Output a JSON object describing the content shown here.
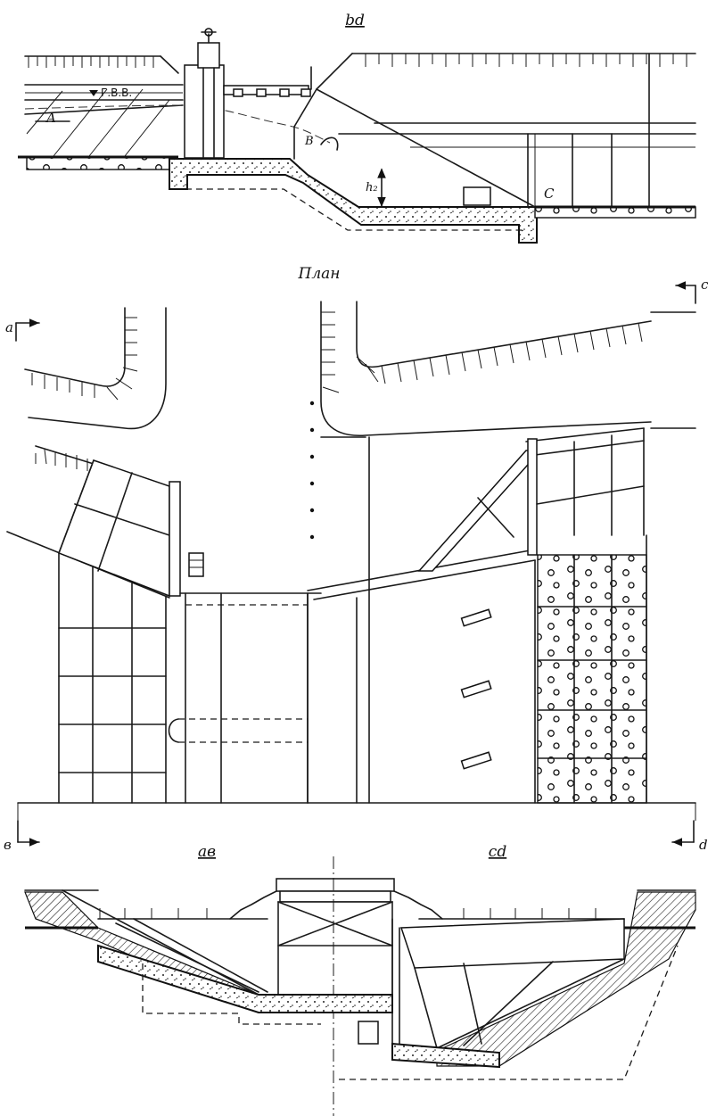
{
  "sections": {
    "top_title": "bd",
    "plan_title": "План",
    "bottom_left_title": "ав",
    "bottom_right_title": "cd"
  },
  "labels": {
    "water_level": "Г.В.В.",
    "point_a": "A",
    "point_b": "B",
    "point_c": "C",
    "height_mark": "h₂",
    "cut_a": "a",
    "cut_c": "c",
    "cut_b": "в",
    "cut_d": "d"
  }
}
